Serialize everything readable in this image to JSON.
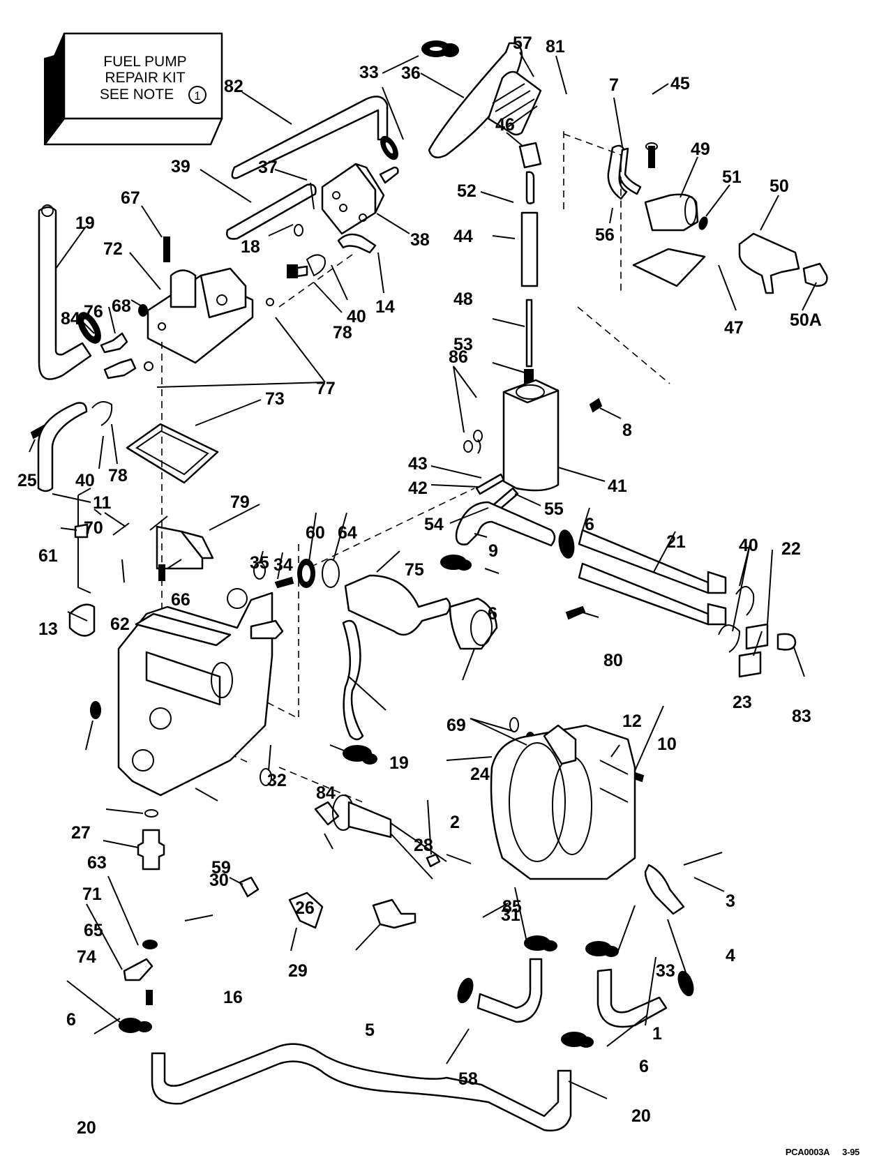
{
  "title": "Fuel Pump / Vapor Separator Exploded Parts Diagram",
  "kit_note": {
    "line1": "FUEL PUMP",
    "line2": "REPAIR KIT",
    "line3": "SEE NOTE",
    "note_number": "1"
  },
  "footer": {
    "drawing_id": "PCA0003A",
    "date_code": "3-95"
  },
  "callouts": [
    "1",
    "2",
    "3",
    "4",
    "5",
    "6",
    "7",
    "8",
    "9",
    "10",
    "11",
    "12",
    "13",
    "14",
    "16",
    "18",
    "19",
    "20",
    "21",
    "22",
    "23",
    "24",
    "25",
    "26",
    "27",
    "28",
    "29",
    "30",
    "31",
    "32",
    "33",
    "34",
    "35",
    "36",
    "37",
    "38",
    "39",
    "40",
    "41",
    "42",
    "43",
    "44",
    "45",
    "46",
    "47",
    "48",
    "49",
    "50",
    "50A",
    "51",
    "52",
    "53",
    "54",
    "55",
    "56",
    "57",
    "58",
    "59",
    "60",
    "61",
    "62",
    "63",
    "64",
    "65",
    "66",
    "67",
    "68",
    "69",
    "70",
    "71",
    "72",
    "73",
    "74",
    "75",
    "76",
    "77",
    "78",
    "79",
    "80",
    "81",
    "82",
    "83",
    "84",
    "85",
    "86"
  ],
  "labels": {
    "l33a": "33",
    "l36": "36",
    "l57": "57",
    "l81": "81",
    "l82": "82",
    "l7": "7",
    "l45": "45",
    "l46": "46",
    "l49": "49",
    "l51": "51",
    "l50": "50",
    "l39": "39",
    "l37": "37",
    "l52": "52",
    "l56": "56",
    "l38": "38",
    "l44": "44",
    "l67": "67",
    "l19a": "19",
    "l72": "72",
    "l18": "18",
    "l14": "14",
    "l48": "48",
    "l47": "47",
    "l50A": "50A",
    "l84a": "84",
    "l76": "76",
    "l68": "68",
    "l40a": "40",
    "l78a": "78",
    "l77": "77",
    "l53": "53",
    "l86": "86",
    "l8": "8",
    "l73": "73",
    "l25": "25",
    "l40b": "40",
    "l78b": "78",
    "l43": "43",
    "l42": "42",
    "l41": "41",
    "l11": "11",
    "l55": "55",
    "l79": "79",
    "l54": "54",
    "l70": "70",
    "l60": "60",
    "l64": "64",
    "l6a": "6",
    "l21": "21",
    "l40c": "40",
    "l22": "22",
    "l61": "61",
    "l35": "35",
    "l34": "34",
    "l9": "9",
    "l66": "66",
    "l75": "75",
    "l6b": "6",
    "l62": "62",
    "l13": "13",
    "l80": "80",
    "l23": "23",
    "l83": "83",
    "l69": "69",
    "l12": "12",
    "l10": "10",
    "l19b": "19",
    "l24": "24",
    "l32": "32",
    "l27": "27",
    "l84b": "84",
    "l2": "2",
    "l28": "28",
    "l59": "59",
    "l63": "63",
    "l71": "71",
    "l26": "26",
    "l31": "31",
    "l3": "3",
    "l30": "30",
    "l65": "65",
    "l85": "85",
    "l4": "4",
    "l74": "74",
    "l33b": "33",
    "l16": "16",
    "l29": "29",
    "l5": "5",
    "l1": "1",
    "l6c": "6",
    "l58": "58",
    "l6d": "6",
    "l20a": "20",
    "l20b": "20"
  }
}
